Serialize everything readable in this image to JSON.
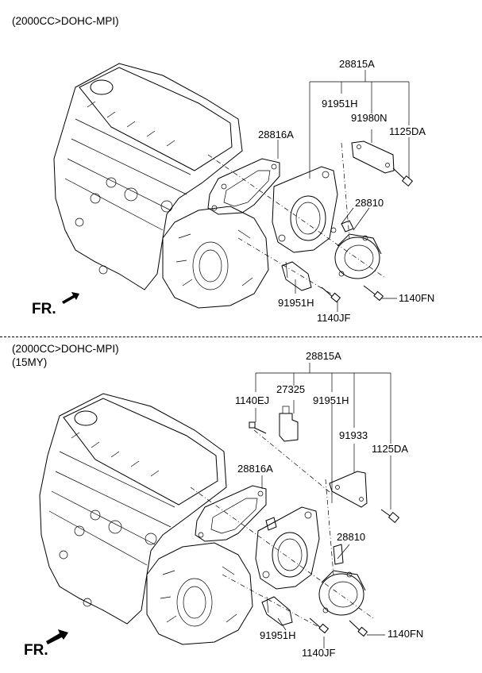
{
  "top": {
    "caption": "(2000CC>DOHC-MPI)",
    "labels": {
      "p28815A": "28815A",
      "p91951H_a": "91951H",
      "p91980N": "91980N",
      "p1125DA": "1125DA",
      "p28816A": "28816A",
      "p28810": "28810",
      "p91951H_b": "91951H",
      "p1140JF": "1140JF",
      "p1140FN": "1140FN"
    },
    "fr": "FR."
  },
  "bottom": {
    "caption_line1": "(2000CC>DOHC-MPI)",
    "caption_line2": "(15MY)",
    "labels": {
      "p28815A": "28815A",
      "p1140EJ": "1140EJ",
      "p27325": "27325",
      "p91951H_a": "91951H",
      "p91933": "91933",
      "p1125DA": "1125DA",
      "p28816A": "28816A",
      "p28810": "28810",
      "p91951H_b": "91951H",
      "p1140JF": "1140JF",
      "p1140FN": "1140FN"
    },
    "fr": "FR."
  }
}
